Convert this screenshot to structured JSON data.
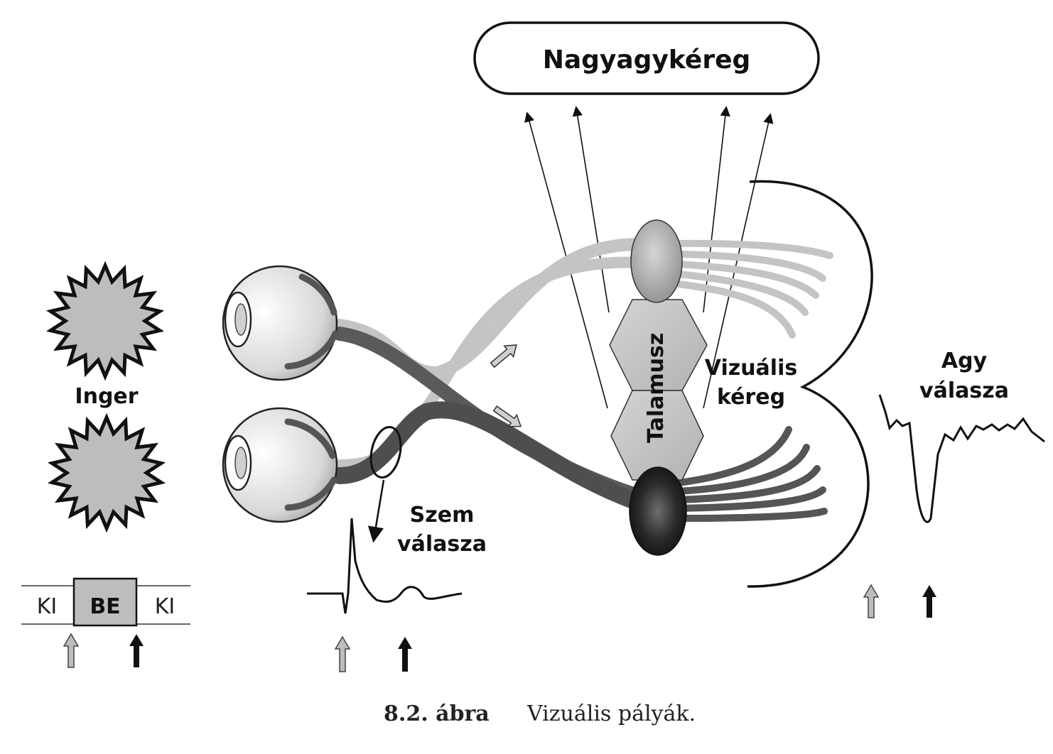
{
  "diagram": {
    "cortex_label": "Nagyagykéreg",
    "stimulus_label": "Inger",
    "thalamus_label": "Talamusz",
    "visual_cortex_label": [
      "Vizuális",
      "kéreg"
    ],
    "eye_response_label": [
      "Szem",
      "válasza"
    ],
    "brain_response_label": [
      "Agy",
      "válasza"
    ],
    "timing": {
      "off_label": "KI",
      "on_label": "BE",
      "off2_label": "KI"
    }
  },
  "caption": {
    "number": "8.2. ábra",
    "text": "Vizuális pályák."
  },
  "colors": {
    "light_pathway": "#c4c4c4",
    "dark_pathway": "#555555",
    "thalamus": "#c8c8c8",
    "stimulus_fill": "#bdbdbd"
  }
}
